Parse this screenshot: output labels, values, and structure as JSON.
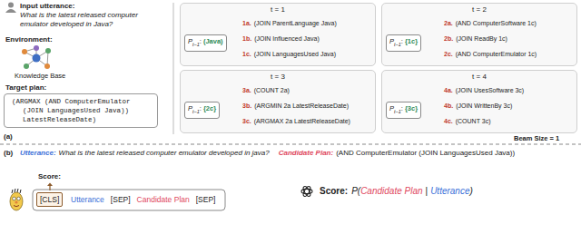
{
  "diagram": {
    "nodes": [
      {
        "text": [
          "(ARGMAX (AND ComputerEmulator (JOIN LanguagesUsed Java)) LatestReleaseDate)"
        ]
      },
      {
        "text": [
          "t = 1"
        ]
      },
      {
        "text": [
          "P",
          "t−1",
          ":",
          "(Java)"
        ],
        "in": 1
      },
      {
        "text": [
          "1a.",
          "(JOIN ParentLanguage Java)"
        ],
        "in": 1
      },
      {
        "text": [
          "1b.",
          "(JOIN Influenced Java)"
        ],
        "in": 1
      },
      {
        "text": [
          "1c.",
          "(JOIN LanguagesUsed Java)"
        ],
        "in": 1
      },
      {
        "text": [
          "t = 2"
        ]
      },
      {
        "text": [
          "P",
          "t−1",
          ":",
          "{1c}"
        ],
        "in": 6
      },
      {
        "text": [
          "2a.",
          "(AND ComputerSoftware 1c)"
        ],
        "in": 6
      },
      {
        "text": [
          "2b.",
          "(JOIN ReadBy 1c)"
        ],
        "in": 6
      },
      {
        "text": [
          "2c.",
          "(AND ComputerEmulator 1c)"
        ],
        "in": 6
      },
      {
        "text": [
          "t = 3"
        ]
      },
      {
        "text": [
          "P",
          "t−1",
          ":",
          "{2c}"
        ],
        "in": 11
      },
      {
        "text": [
          "3a.",
          "(COUNT 2a)"
        ],
        "in": 11
      },
      {
        "text": [
          "3b.",
          "(ARGMIN 2a LatestReleaseDate)"
        ],
        "in": 11
      },
      {
        "text": [
          "3c.",
          "(ARGMAX 2a LatestReleaseDate)"
        ],
        "in": 11
      },
      {
        "text": [
          "t = 4"
        ]
      },
      {
        "text": [
          "P",
          "t−1",
          ":",
          "{3c}"
        ],
        "in": 16
      },
      {
        "text": [
          "4a.",
          "(JOIN UsesSoftware 3c)"
        ],
        "in": 16
      },
      {
        "text": [
          "4b.",
          "(JOIN WrittenBy 3c)"
        ],
        "in": 16
      },
      {
        "text": [
          "4c.",
          "(COUNT 3c)"
        ],
        "in": 16
      },
      {
        "text": [
          "[CLS]"
        ]
      }
    ],
    "edges": [
      {
        "from": 2,
        "to": 3,
        "arrow": "none"
      },
      {
        "from": 2,
        "to": 4,
        "arrow": "none"
      },
      {
        "from": 2,
        "to": 5,
        "arrow": "none"
      },
      {
        "from": 7,
        "to": 8,
        "arrow": "none"
      },
      {
        "from": 7,
        "to": 9,
        "arrow": "none"
      },
      {
        "from": 7,
        "to": 10,
        "arrow": "none"
      },
      {
        "from": 12,
        "to": 13,
        "arrow": "none"
      },
      {
        "from": 12,
        "to": 14,
        "arrow": "none"
      },
      {
        "from": 12,
        "to": 15,
        "arrow": "none"
      },
      {
        "from": 17,
        "to": 18,
        "arrow": "none"
      },
      {
        "from": 17,
        "to": 19,
        "arrow": "none"
      },
      {
        "from": 17,
        "to": 20,
        "arrow": "none"
      }
    ],
    "labels": [
      "Input utterance:",
      "What is the latest released computer emulator developed in Java?",
      "Environment:",
      "Knowledge Base",
      "Target plan:",
      "(a)",
      "Beam Size = 1",
      "(b)",
      "Utterance:",
      "What is the latest released computer emulator developed in java?",
      "Candidate Plan:",
      "(AND ComputerEmulator (JOIN LanguagesUsed Java))",
      "Score:",
      "Utterance",
      "[SEP]",
      "Candidate Plan",
      "[SEP]",
      "Score:",
      "P(",
      "Candidate Plan",
      "|",
      "Utterance",
      ")"
    ]
  }
}
